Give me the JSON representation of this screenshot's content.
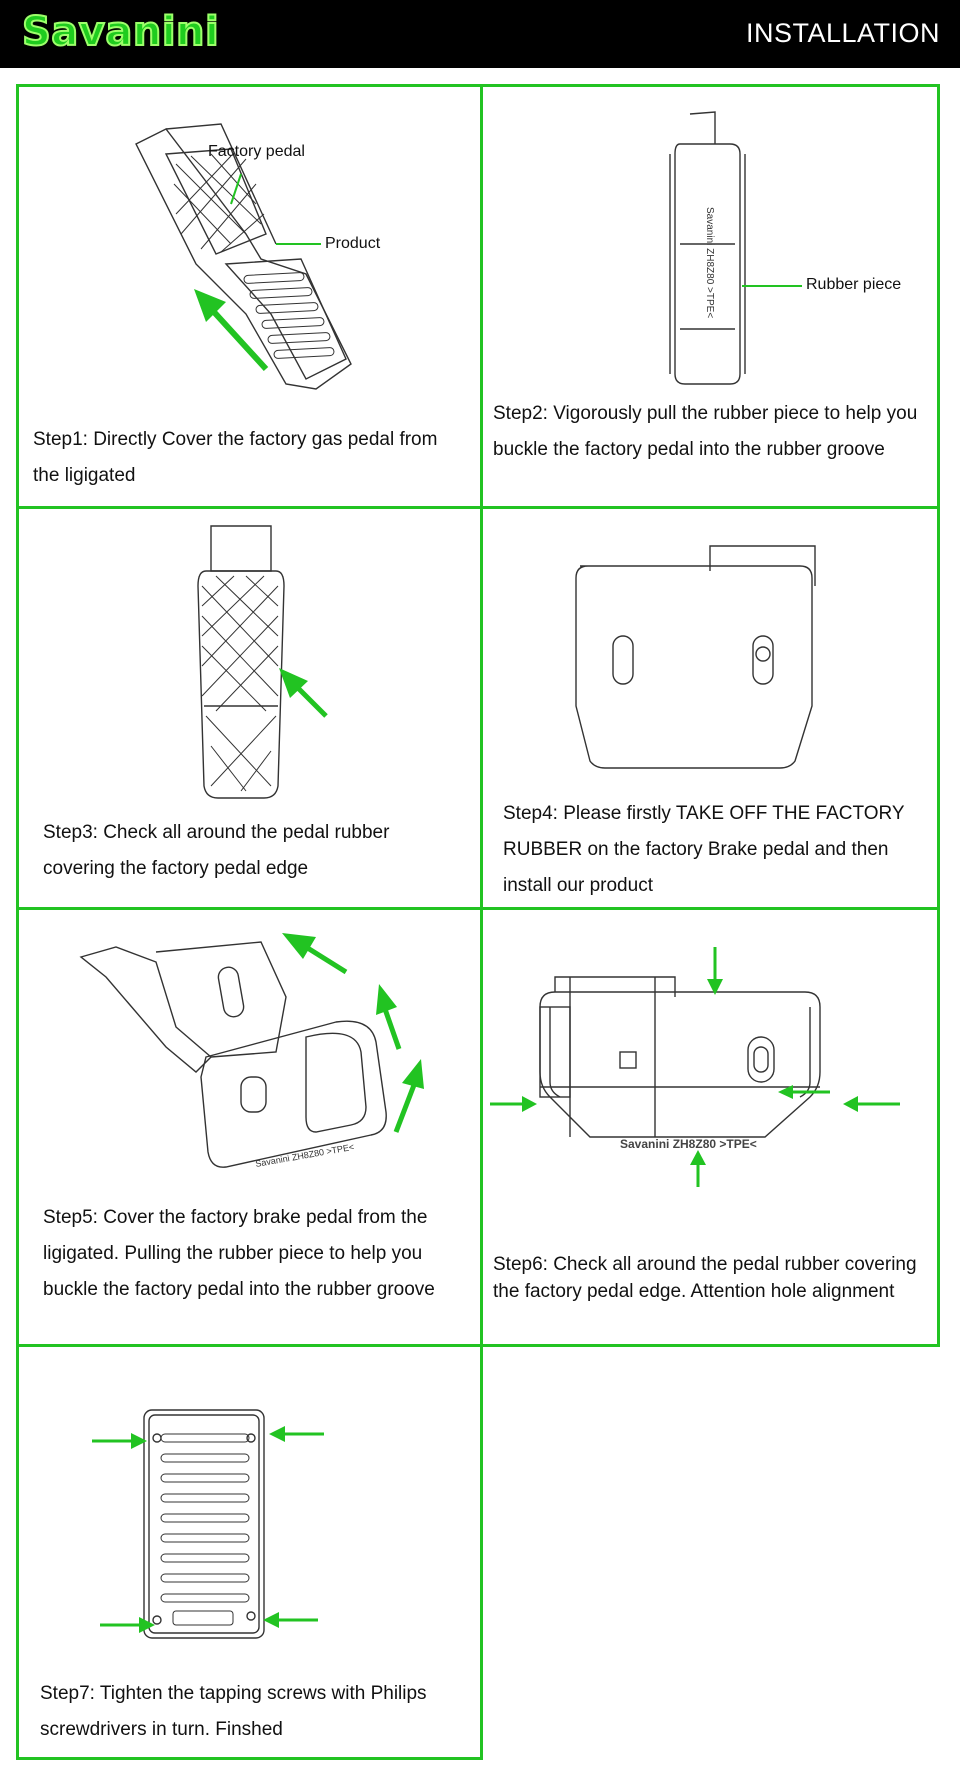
{
  "header": {
    "logo": "Savanini",
    "title": "INSTALLATION"
  },
  "steps": [
    {
      "id": 1,
      "caption": "Step1: Directly Cover the factory gas pedal from the ligigated",
      "labels": [
        "Factory pedal",
        "Product"
      ]
    },
    {
      "id": 2,
      "caption": "Step2: Vigorously pull the rubber piece to help you buckle the factory pedal into the rubber groove",
      "labels": [
        "Rubber piece"
      ]
    },
    {
      "id": 3,
      "caption": "Step3: Check all around the pedal rubber covering the factory pedal edge"
    },
    {
      "id": 4,
      "caption": "Step4: Please firstly TAKE OFF THE FACTORY RUBBER on the factory Brake pedal and then install our product"
    },
    {
      "id": 5,
      "caption": "Step5: Cover the factory brake pedal from the ligigated. Pulling the rubber piece to help you buckle the factory pedal into the rubber  groove"
    },
    {
      "id": 6,
      "caption": "Step6: Check all around the pedal rubber covering the factory pedal edge. Attention hole alignment"
    },
    {
      "id": 7,
      "caption": "Step7: Tighten the tapping screws with Philips screwdrivers in turn. Finshed"
    }
  ],
  "colors": {
    "accent": "#22c322",
    "header_bg": "#000000"
  },
  "icons": [
    "arrow-icon"
  ]
}
